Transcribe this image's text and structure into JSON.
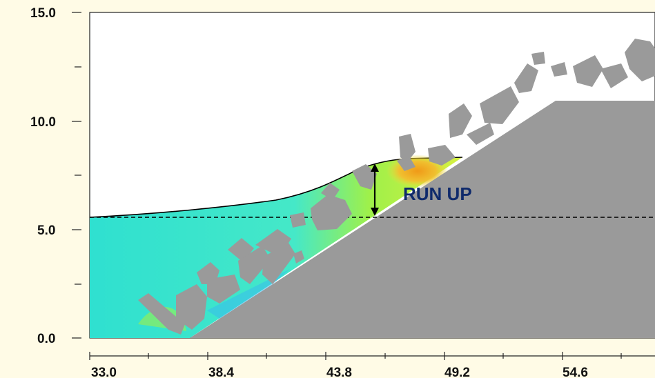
{
  "figure": {
    "y_axis": {
      "ticks": [
        "15.0",
        "10.0",
        "5.0",
        "0.0"
      ]
    },
    "x_axis": {
      "ticks": [
        "33.0",
        "38.4",
        "43.8",
        "49.2",
        "54.6"
      ]
    },
    "annotation": {
      "text": "RUN UP"
    },
    "colors": {
      "background": "#fffbe6",
      "slope": "#9a9a9a",
      "boulder": "#9a9a9a",
      "water_low": "#2fe0d0",
      "water_mid": "#9ff04a",
      "water_high": "#f0a020",
      "still_water_line": "#000000",
      "annotation_text": "#0f2a6b"
    }
  }
}
